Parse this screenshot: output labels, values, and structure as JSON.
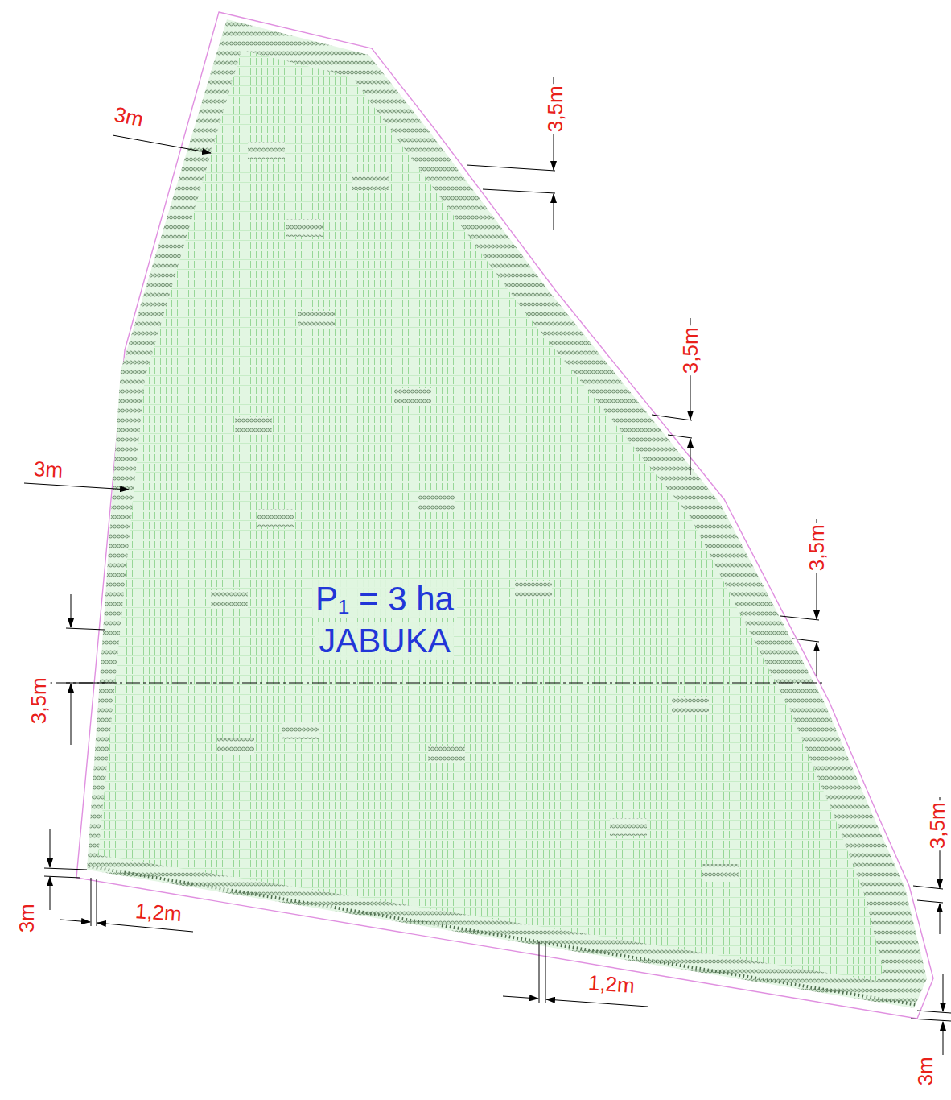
{
  "diagram": {
    "nodes": [
      {
        "text": [
          "P₁ = 3 ha",
          "JABUKA"
        ]
      }
    ],
    "labels": [
      "3m",
      "3,5m",
      "3,5m",
      "3m",
      "3,5m",
      "3,5m",
      "3,5m",
      "3m",
      "1,2m",
      "1,2m",
      "3m"
    ]
  }
}
